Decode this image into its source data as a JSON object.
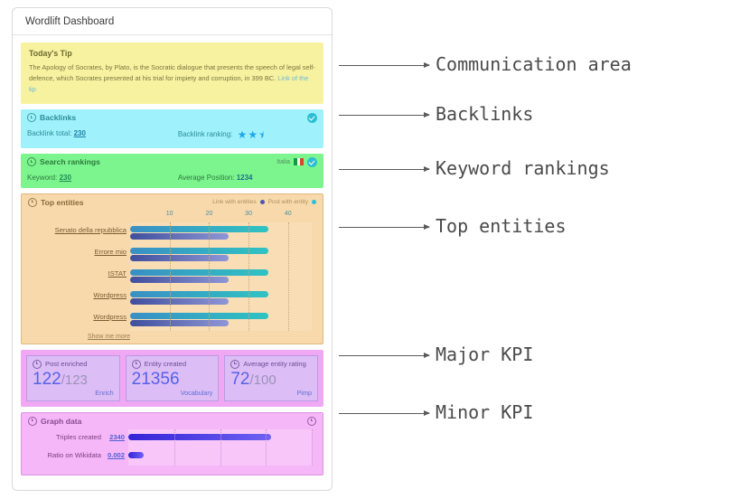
{
  "window": {
    "title": "Wordlift Dashboard"
  },
  "tip": {
    "icon": "",
    "title": "Today's Tip",
    "body": "The Apology of Socrates, by Plato, is the Socratic dialogue that presents the speech of legal self-defence, which Socrates presented at his trial for impiety and corruption, in 399 BC. ",
    "link_label": "Link of the tip"
  },
  "backlinks": {
    "icon": "info-clock-icon",
    "title": "Backlinks",
    "badge": "check-badge-icon",
    "total_label": "Backlink total:",
    "total_value": "230",
    "ranking_label": "Backlink ranking:",
    "ranking_stars": 2.5
  },
  "search_rankings": {
    "icon": "info-clock-icon",
    "title": "Search rankings",
    "locale": "Italia",
    "flag": "italy-flag-icon",
    "badge": "check-badge-icon",
    "keyword_label": "Keyword:",
    "keyword_value": "230",
    "position_label": "Average Position:",
    "position_value": "1234"
  },
  "top_entities": {
    "icon": "info-clock-icon",
    "title": "Top entities",
    "legend": [
      {
        "label": "Link with entities",
        "color": "#4b55b5"
      },
      {
        "label": "Post with entity",
        "color": "#2fc0d8"
      }
    ],
    "show_more": "Show me more"
  },
  "kpis": [
    {
      "icon": "info-clock-icon",
      "title": "Post enriched",
      "value": "122",
      "total": "/123",
      "footer": "Enrich"
    },
    {
      "icon": "info-clock-icon",
      "title": "Entity created",
      "value": "21356",
      "total": "",
      "footer": "Vocabulary"
    },
    {
      "icon": "info-clock-icon",
      "title": "Average entity rating",
      "value": "72",
      "total": "/100",
      "footer": "Pimp"
    }
  ],
  "graph_data": {
    "icon": "info-clock-icon",
    "title": "Graph data",
    "help": "help-icon"
  },
  "annotations": [
    {
      "label": "Communication area"
    },
    {
      "label": "Backlinks"
    },
    {
      "label": "Keyword rankings"
    },
    {
      "label": "Top entities"
    },
    {
      "label": "Major KPI"
    },
    {
      "label": "Minor KPI"
    }
  ],
  "chart_data": [
    {
      "type": "bar",
      "orientation": "horizontal",
      "title": "Top entities",
      "categories": [
        "Senato della repubblica",
        "Errore mio",
        "ISTAT",
        "Wordpress",
        "Wordpress"
      ],
      "series": [
        {
          "name": "Post with entity",
          "color": "#2fc0d8",
          "values": [
            35,
            35,
            35,
            35,
            35
          ]
        },
        {
          "name": "Link with entities",
          "color": "#4b55b5",
          "values": [
            25,
            25,
            25,
            25,
            25
          ]
        }
      ],
      "xticks": [
        10,
        20,
        30,
        40
      ],
      "xlim": [
        0,
        46
      ],
      "grid": true,
      "legend": "top-right"
    },
    {
      "type": "bar",
      "orientation": "horizontal",
      "title": "Graph data",
      "categories": [
        "Triples created",
        "Ratio on Wikidata"
      ],
      "values": [
        2340,
        0.002
      ],
      "value_labels": [
        "2340",
        "0.002"
      ],
      "bar_fractions": [
        0.78,
        0.085
      ],
      "grid": true,
      "xlim": [
        0,
        3000
      ]
    }
  ]
}
